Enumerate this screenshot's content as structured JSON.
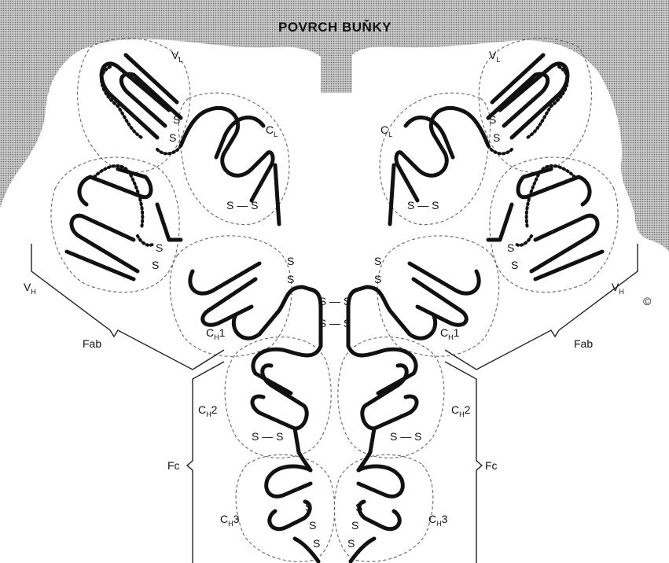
{
  "title": "POVRCH BUŇKY",
  "labels": {
    "vl": {
      "main": "V",
      "sub": "L"
    },
    "cl": {
      "main": "C",
      "sub": "L"
    },
    "vh": {
      "main": "V",
      "sub": "H"
    },
    "ch1": {
      "main": "C",
      "sub": "H",
      "suffix": "1"
    },
    "ch2": {
      "main": "C",
      "sub": "H",
      "suffix": "2"
    },
    "ch3": {
      "main": "C",
      "sub": "H",
      "suffix": "3"
    },
    "fab": "Fab",
    "fc": "Fc",
    "ss_atom": "S",
    "ss_bond": "S — S"
  },
  "colors": {
    "surface": "#9a9a9a",
    "chain": "#111111",
    "domain_outline": "#666666"
  },
  "copyright_mark": "©"
}
